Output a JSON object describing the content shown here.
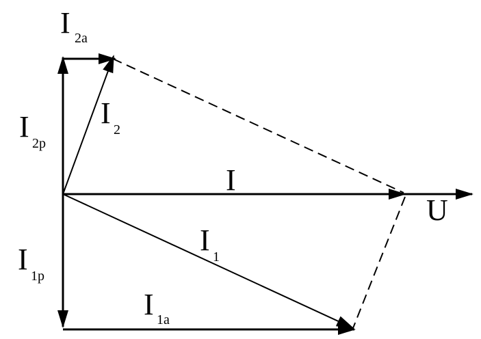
{
  "diagram": {
    "labels": {
      "i2a": {
        "main": "I",
        "sub": "2a"
      },
      "i2p": {
        "main": "I",
        "sub": "2p"
      },
      "i2": {
        "main": "I",
        "sub": "2"
      },
      "i": {
        "main": "I"
      },
      "u": {
        "main": "U"
      },
      "i1": {
        "main": "I",
        "sub": "1"
      },
      "i1p": {
        "main": "I",
        "sub": "1p"
      },
      "i1a": {
        "main": "I",
        "sub": "1a"
      }
    },
    "colors": {
      "stroke": "#000000",
      "background": "#ffffff"
    }
  }
}
